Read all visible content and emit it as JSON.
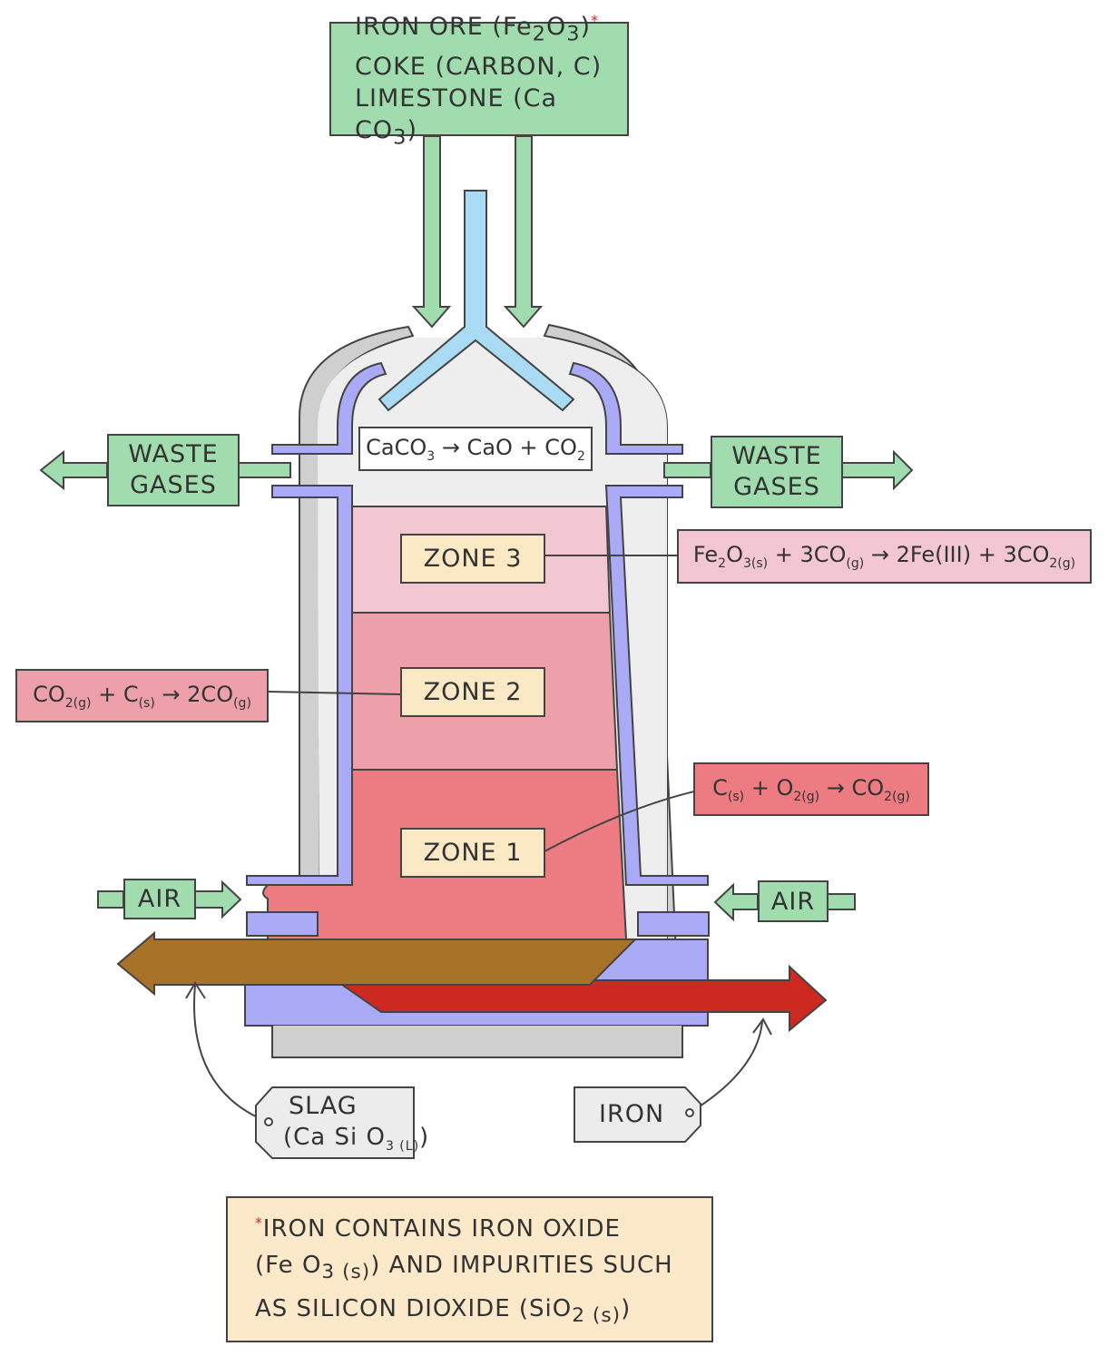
{
  "inputs": {
    "lines": [
      [
        {
          "t": "IRON ORE (Fe"
        },
        {
          "t": "2",
          "sub": 1
        },
        {
          "t": "O"
        },
        {
          "t": "3",
          "sub": 1
        },
        {
          "t": ")"
        },
        {
          "t": "*",
          "star": 1
        }
      ],
      [
        {
          "t": "COKE (CARBON, C)"
        }
      ],
      [
        {
          "t": "LIMESTONE (Ca CO"
        },
        {
          "t": "3",
          "sub": 1
        },
        {
          "t": ")"
        }
      ]
    ]
  },
  "waste_left": {
    "l1": "WASTE",
    "l2": "GASES"
  },
  "waste_right": {
    "l1": "WASTE",
    "l2": "GASES"
  },
  "limestone_eq": [
    {
      "t": "CaCO"
    },
    {
      "t": "3",
      "sub": 1
    },
    {
      "t": " → CaO + CO"
    },
    {
      "t": "2",
      "sub": 1
    }
  ],
  "zones": {
    "z3": "ZONE 3",
    "z2": "ZONE 2",
    "z1": "ZONE 1"
  },
  "zone3_eq": [
    {
      "t": "Fe"
    },
    {
      "t": "2",
      "sub": 1
    },
    {
      "t": "O"
    },
    {
      "t": "3(s)",
      "sub": 1
    },
    {
      "t": " + 3CO"
    },
    {
      "t": "(g)",
      "sub": 1
    },
    {
      "t": " → 2Fe(III) + 3CO"
    },
    {
      "t": "2(g)",
      "sub": 1
    }
  ],
  "zone2_eq": [
    {
      "t": "CO"
    },
    {
      "t": "2(g)",
      "sub": 1
    },
    {
      "t": " + C"
    },
    {
      "t": "(s)",
      "sub": 1
    },
    {
      "t": " → 2CO"
    },
    {
      "t": "(g)",
      "sub": 1
    }
  ],
  "zone1_eq": [
    {
      "t": "C"
    },
    {
      "t": "(s)",
      "sub": 1
    },
    {
      "t": " + O"
    },
    {
      "t": "2(g)",
      "sub": 1
    },
    {
      "t": " → CO"
    },
    {
      "t": "2(g)",
      "sub": 1
    }
  ],
  "air_left": "AIR",
  "air_right": "AIR",
  "slag": {
    "l1": "SLAG",
    "l2": [
      {
        "t": "(Ca Si O"
      },
      {
        "t": "3 (L)",
        "sub": 1
      },
      {
        "t": ")"
      }
    ]
  },
  "iron": "IRON",
  "footnote": {
    "lines": [
      [
        {
          "t": "*",
          "star": 1
        },
        {
          "t": "IRON  CONTAINS  IRON  OXIDE"
        }
      ],
      [
        {
          "t": "(Fe O"
        },
        {
          "t": "3 (s)",
          "sub": 1
        },
        {
          "t": ")  AND  IMPURITIES  SUCH"
        }
      ],
      [
        {
          "t": "AS  SILICON  DIOXIDE  (SiO"
        },
        {
          "t": "2 (s)",
          "sub": 1
        },
        {
          "t": ")"
        }
      ]
    ]
  },
  "colors": {
    "green": "#a0dcae",
    "pipe": "#a9dcf4",
    "zone3": "#f3c7d1",
    "zone2": "#eda0a9",
    "zone1": "#ec7b82",
    "lining": "#aaaaf6",
    "slag": "#a87228",
    "iron": "#cc2a20",
    "label": "#fbe9c6",
    "shell": "#cfcfcf"
  }
}
